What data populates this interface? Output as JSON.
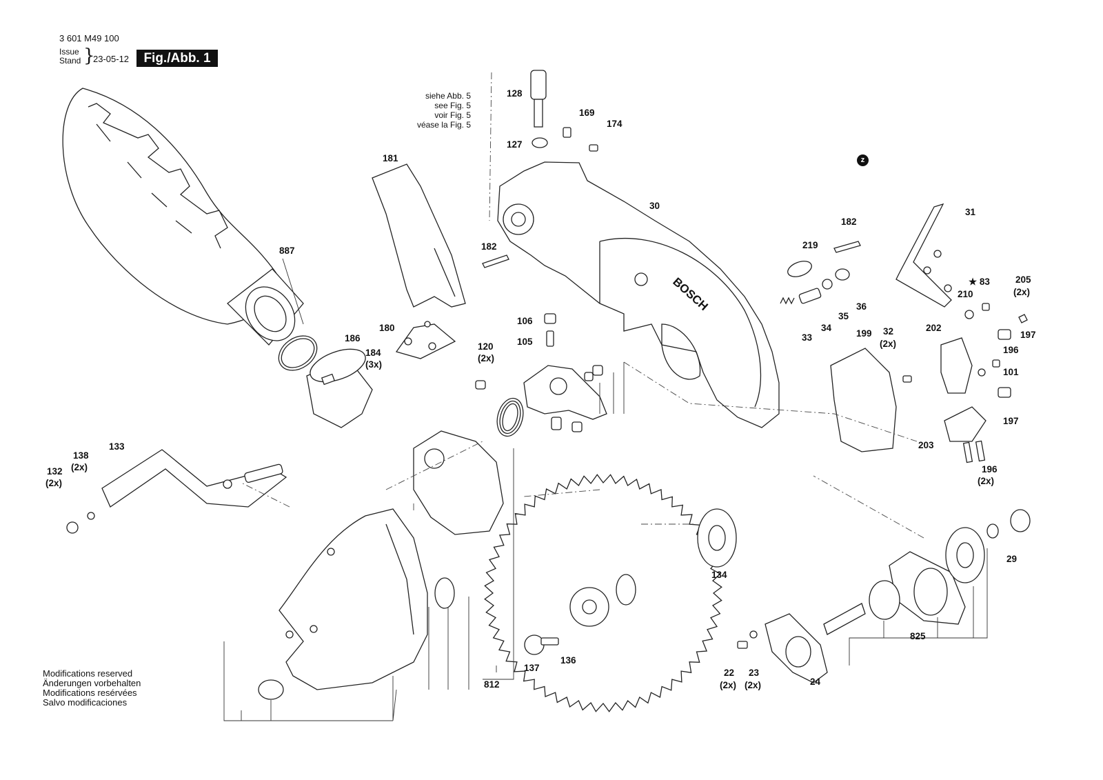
{
  "header": {
    "doc_number": "3 601 M49 100",
    "issue_label_1": "Issue",
    "issue_label_2": "Stand",
    "issue_date": "23-05-12",
    "figure_badge": "Fig./Abb. 1"
  },
  "reference_note": {
    "marker": "z",
    "lines": [
      "siehe Abb. 5",
      "see Fig. 5",
      "voir Fig. 5",
      "véase la Fig. 5"
    ]
  },
  "brand_on_housing": "BOSCH",
  "footer_notes": [
    "Modifications reserved",
    "Änderungen vorbehalten",
    "Modifications resérvées",
    "Salvo modificaciones"
  ],
  "part_labels": [
    {
      "text": "128"
    },
    {
      "text": "169"
    },
    {
      "text": "174"
    },
    {
      "text": "127"
    },
    {
      "text": "181"
    },
    {
      "text": "30"
    },
    {
      "text": "31"
    },
    {
      "text": "887"
    },
    {
      "text": "182"
    },
    {
      "text": "182"
    },
    {
      "text": "219"
    },
    {
      "text": "106"
    },
    {
      "text": "105"
    },
    {
      "text": "180"
    },
    {
      "text": "186"
    },
    {
      "text": "184"
    },
    {
      "text": "(3x)"
    },
    {
      "text": "120"
    },
    {
      "text": "(2x)"
    },
    {
      "text": "33"
    },
    {
      "text": "34"
    },
    {
      "text": "35"
    },
    {
      "text": "36"
    },
    {
      "text": "199"
    },
    {
      "text": "32"
    },
    {
      "text": "(2x)"
    },
    {
      "text": "★ 83"
    },
    {
      "text": "205"
    },
    {
      "text": "(2x)"
    },
    {
      "text": "210"
    },
    {
      "text": "197"
    },
    {
      "text": "202"
    },
    {
      "text": "196"
    },
    {
      "text": "101"
    },
    {
      "text": "197"
    },
    {
      "text": "203"
    },
    {
      "text": "196"
    },
    {
      "text": "(2x)"
    },
    {
      "text": "133"
    },
    {
      "text": "138"
    },
    {
      "text": "(2x)"
    },
    {
      "text": "132"
    },
    {
      "text": "(2x)"
    },
    {
      "text": "134"
    },
    {
      "text": "29"
    },
    {
      "text": "825"
    },
    {
      "text": "137"
    },
    {
      "text": "136"
    },
    {
      "text": "22"
    },
    {
      "text": "(2x)"
    },
    {
      "text": "23"
    },
    {
      "text": "(2x)"
    },
    {
      "text": "24"
    },
    {
      "text": "812"
    }
  ]
}
